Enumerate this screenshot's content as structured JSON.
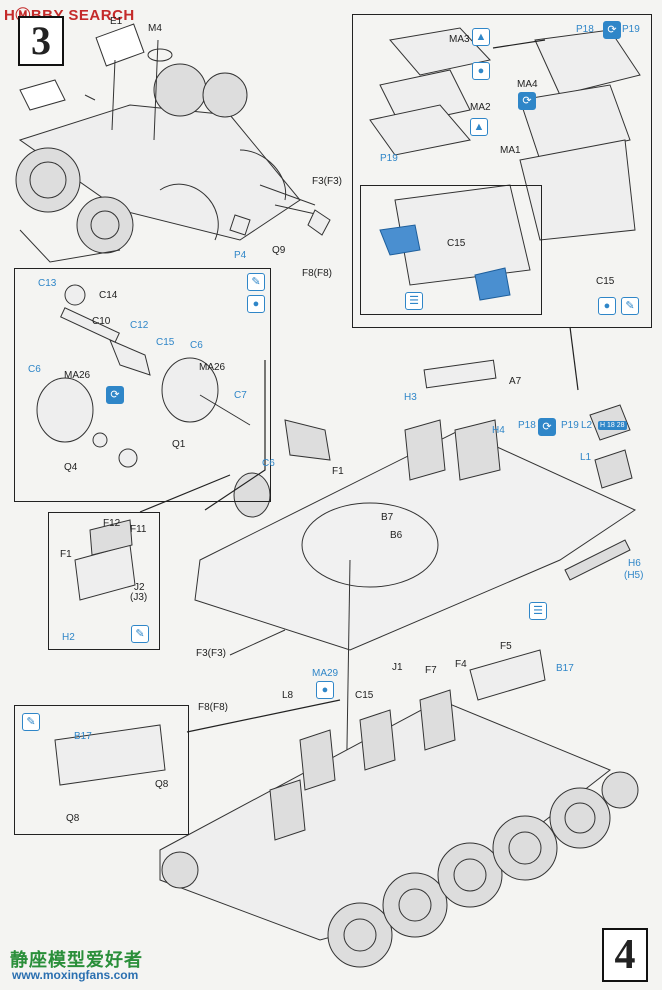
{
  "watermark": {
    "top_brand": "HⓂBBY SEARCH",
    "bottom_cn": "静座模型爱好者",
    "bottom_url": "www.moxingfans.com"
  },
  "steps": {
    "step3": "3",
    "step4": "4"
  },
  "labels": {
    "e1": "E1",
    "m4": "M4",
    "f3_top": "F3(F3)",
    "f8_top": "F8(F8)",
    "q9": "Q9",
    "p4": "P4",
    "ma3": "MA3",
    "ma2": "MA2",
    "p19_a": "P19",
    "p18_top": "P18",
    "p19_top": "P19",
    "ma4": "MA4",
    "ma1": "MA1",
    "c15_box": "C15",
    "c15_right": "C15",
    "c13": "C13",
    "c14": "C14",
    "c10": "C10",
    "c12": "C12",
    "c15_left": "C15",
    "c6_left": "C6",
    "ma26_a": "MA26",
    "c6_b": "C6",
    "ma26_b": "MA26",
    "c7": "C7",
    "q1": "Q1",
    "q4": "Q4",
    "a7": "A7",
    "h3": "H3",
    "h4": "H4",
    "p18_mid": "P18",
    "p19_mid": "P19",
    "l2": "L2",
    "l2_badge": "H 18 28",
    "l1": "L1",
    "c6_mid": "C6",
    "f1_mid": "F1",
    "b7": "B7",
    "b6": "B6",
    "f12": "F12",
    "f11": "F11",
    "f1_box": "F1",
    "j2": "J2",
    "j3": "(J3)",
    "h2": "H2",
    "h6": "H6",
    "h5": "(H5)",
    "f3_mid": "F3(F3)",
    "f8_mid": "F8(F8)",
    "l8": "L8",
    "ma29": "MA29",
    "c15_mid": "C15",
    "j1": "J1",
    "f7": "F7",
    "f4": "F4",
    "f5": "F5",
    "b17_right": "B17",
    "b17_box": "B17",
    "q8_a": "Q8",
    "q8_b": "Q8"
  },
  "icons": {
    "turn_over": "rotate-arrows-icon",
    "cement": "glue-drop-icon",
    "paint": "paint-brush-icon",
    "etch": "photo-etch-icon",
    "bend": "bend-up-icon"
  },
  "colors": {
    "accent": "#2f86c8",
    "ink": "#222222",
    "paper": "#f4f4f2"
  }
}
